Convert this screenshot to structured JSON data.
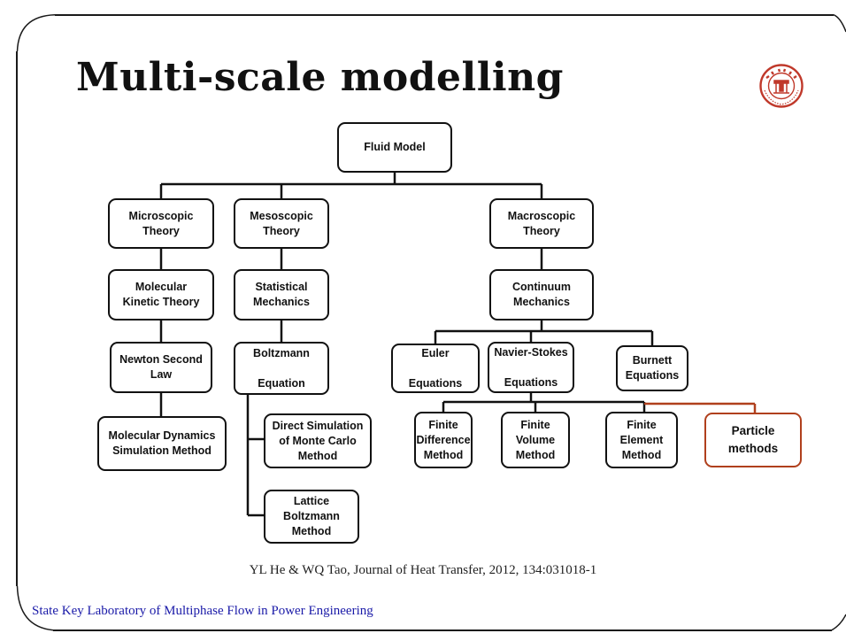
{
  "slide": {
    "title": "Multi-scale modelling",
    "citation": "YL He & WQ Tao, Journal of Heat Transfer, 2012, 134:031018-1",
    "footer": "State Key Laboratory of Multiphase Flow in Power Engineering"
  },
  "logo": {
    "name": "Xi'an Jiaotong University seal",
    "text": "XI'AN JIAOTONG UNIVERSITY",
    "year": "1896",
    "color": "#c0392b"
  },
  "colors": {
    "highlight": "#b0401d",
    "footer_text": "#1a1aa8"
  },
  "diagram": {
    "nodes": {
      "fluid_model": "Fluid Model",
      "microscopic": "Microscopic\nTheory",
      "mesoscopic": "Mesoscopic\nTheory",
      "macroscopic": "Macroscopic\nTheory",
      "molecular_kinetic": "Molecular\nKinetic Theory",
      "statistical_mechanics": "Statistical\nMechanics",
      "continuum_mechanics": "Continuum\nMechanics",
      "newton_second_law": "Newton Second\nLaw",
      "boltzmann_equation": "Boltzmann\n\nEquation",
      "euler_equations": "Euler\n\nEquations",
      "navier_stokes": "Navier-Stokes\n\nEquations",
      "burnett_equations": "Burnett\nEquations",
      "molecular_dynamics": "Molecular Dynamics\nSimulation Method",
      "dsmc": "Direct Simulation\nof Monte Carlo\nMethod",
      "lattice_boltzmann": "Lattice\nBoltzmann\nMethod",
      "finite_difference": "Finite\nDifference\nMethod",
      "finite_volume": "Finite\nVolume\nMethod",
      "finite_element": "Finite\nElement\nMethod",
      "particle_methods": "Particle\nmethods"
    }
  }
}
